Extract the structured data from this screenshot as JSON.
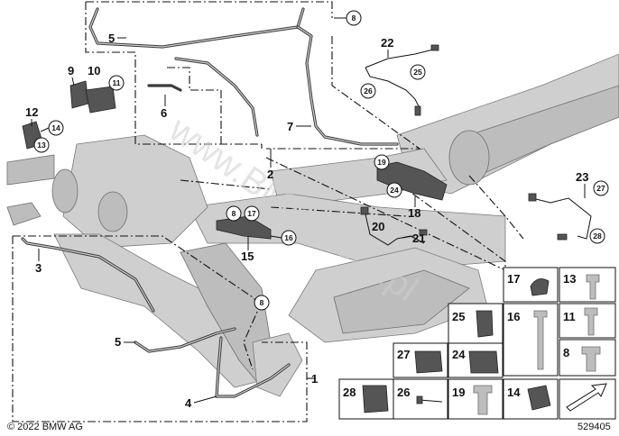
{
  "labels": {
    "l1": "1",
    "l2": "2",
    "l3": "3",
    "l4": "4",
    "l5a": "5",
    "l5b": "5",
    "l6": "6",
    "l7": "7",
    "l9": "9",
    "l10": "10",
    "l12": "12",
    "l15": "15",
    "l18": "18",
    "l20": "20",
    "l21": "21",
    "l22": "22",
    "l23": "23"
  },
  "circled": {
    "c8a": "8",
    "c8b": "8",
    "c8c": "8",
    "c11": "11",
    "c13": "13",
    "c14": "14",
    "c16": "16",
    "c17": "17",
    "c19": "19",
    "c24": "24",
    "c25": "25",
    "c26": "26",
    "c27": "27",
    "c28": "28"
  },
  "parts_table": {
    "cells": [
      "17",
      "13",
      "25",
      "16",
      "11",
      "8",
      "27",
      "24",
      "28",
      "26",
      "19",
      "14"
    ]
  },
  "watermark": "www.BMWstore.pl",
  "footer": {
    "copyright": "© 2022 BMW AG",
    "diagram_number": "529405"
  }
}
